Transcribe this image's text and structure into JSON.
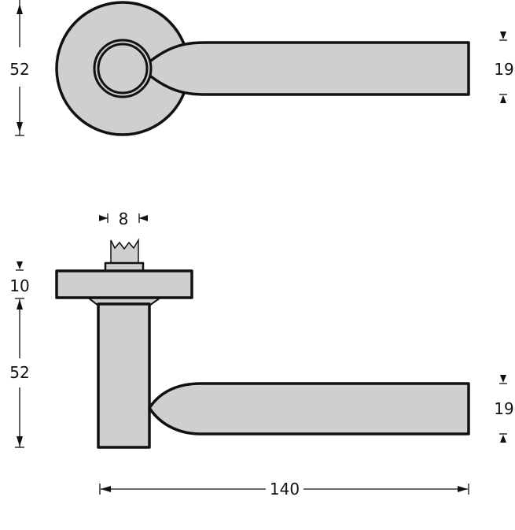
{
  "drawing": {
    "top_view": {
      "height_label": "52",
      "lever_width_label": "19"
    },
    "side_view": {
      "spindle_label": "8",
      "rose_thickness_label": "10",
      "neck_height_label": "52",
      "lever_width_label": "19",
      "length_label": "140"
    },
    "colors": {
      "fill": "#cfcfcf",
      "stroke": "#111111"
    }
  }
}
